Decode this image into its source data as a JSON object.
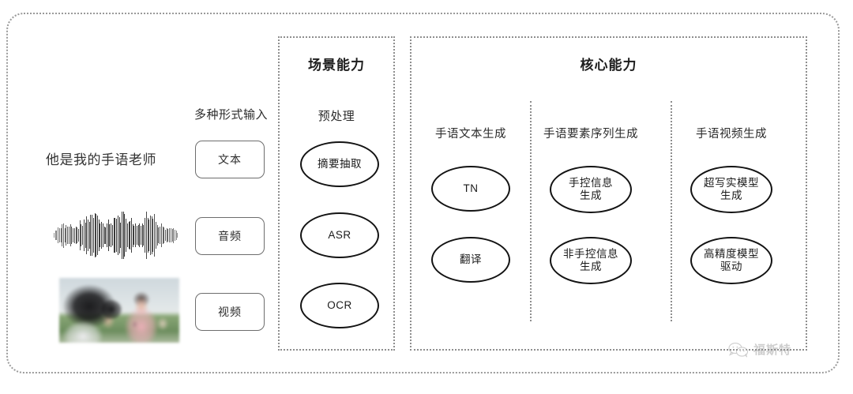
{
  "frame": {
    "border_color": "#9a9a9a"
  },
  "input_section": {
    "heading": "多种形式输入",
    "sample_text": "他是我的手语老师",
    "modalities": [
      {
        "label": "文本",
        "icon": "text-icon"
      },
      {
        "label": "音频",
        "icon": "audio-waveform-icon"
      },
      {
        "label": "视频",
        "icon": "video-thumbnail-icon"
      }
    ]
  },
  "scene_panel": {
    "title": "场景能力",
    "subtitle": "预处理",
    "nodes": [
      {
        "label": "摘要抽取"
      },
      {
        "label": "ASR"
      },
      {
        "label": "OCR"
      }
    ]
  },
  "core_panel": {
    "title": "核心能力",
    "columns": [
      {
        "title": "手语文本生成",
        "nodes": [
          {
            "line1": "TN",
            "line2": ""
          },
          {
            "line1": "翻译",
            "line2": ""
          }
        ]
      },
      {
        "title": "手语要素序列生成",
        "nodes": [
          {
            "line1": "手控信息",
            "line2": "生成"
          },
          {
            "line1": "非手控信息",
            "line2": "生成"
          }
        ]
      },
      {
        "title": "手语视频生成",
        "nodes": [
          {
            "line1": "超写实模型",
            "line2": "生成"
          },
          {
            "line1": "高精度模型",
            "line2": "驱动"
          }
        ]
      }
    ]
  },
  "watermark": {
    "text": "福斯特",
    "icon": "wechat-bubbles-icon",
    "color": "#8a8a8a"
  }
}
